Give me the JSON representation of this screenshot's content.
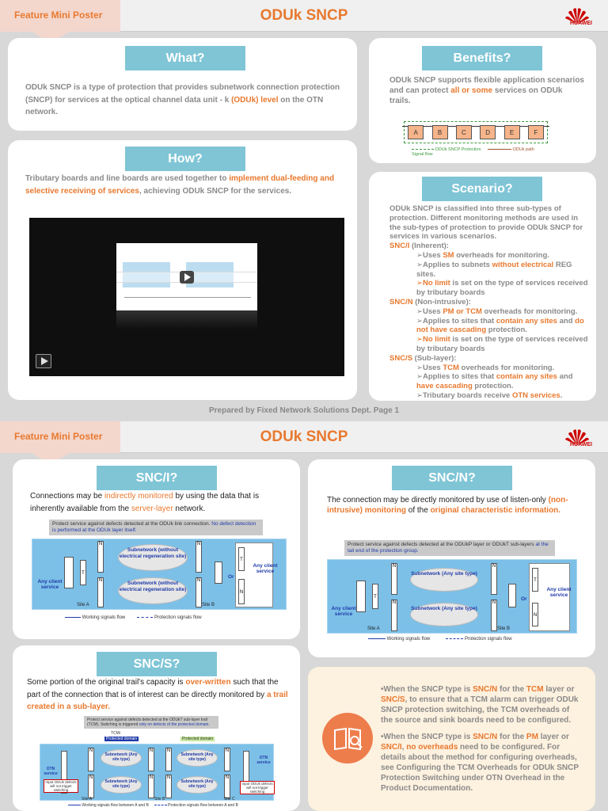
{
  "page1": {
    "tag": "Feature Mini Poster",
    "title": "ODUk SNCP",
    "logo_text": "HUAWEI",
    "what": {
      "heading": "What?",
      "text_a": "ODUk SNCP is a type of protection that provides subnetwork connection protection (SNCP) for services at the optical channel data unit - k ",
      "text_hl": "(ODUk) level",
      "text_b": " on the OTN network."
    },
    "how": {
      "heading": "How?",
      "text_a": "Tributary boards and line boards are used together to ",
      "text_hl": "implement dual-feeding and selective receiving of services",
      "text_b": ", achieving ODUk SNCP for the services."
    },
    "benefits": {
      "heading": "Benefits?",
      "text_a": "ODUk SNCP supports flexible application scenarios and can protect ",
      "text_hl": "all or some",
      "text_b": " services on ODUk trails.",
      "nodes": [
        "A",
        "B",
        "C",
        "D",
        "E",
        "F"
      ],
      "legend_protection": "ODUk SNCP Protection Signal flow",
      "legend_path": "ODUk path"
    },
    "scenario": {
      "heading": "Scenario?",
      "intro": "ODUk SNCP is classified into three sub-types of protection. Different monitoring methods are used in the sub-types of protection to provide ODUk SNCP for services in various scenarios.",
      "sni_label": "SNC/I",
      "sni_type": " (Inherent):",
      "sni_1a": "➢Uses ",
      "sni_1h": "SM",
      "sni_1b": " overheads for monitoring.",
      "sni_2a": "➢Applies to subnets ",
      "sni_2h": "without electrical",
      "sni_2b": " REG sites.",
      "sni_3h": "➢No limit",
      "sni_3b": " is set on the type of services received by tributary boards",
      "snn_label": "SNC/N",
      "snn_type": " (Non-intrusive):",
      "snn_1a": "➢Uses ",
      "snn_1h": "PM or TCM",
      "snn_1b": " overheads for monitoring.",
      "snn_2a": "➢Applies to sites that ",
      "snn_2h": "contain any sites",
      "snn_2c": " and ",
      "snn_2h2": "do not have cascading",
      "snn_2b": " protection.",
      "snn_3h": "➢No limit",
      "snn_3b": " is set on the type of services received by tributary boards",
      "sns_label": "SNC/S",
      "sns_type": " (Sub-layer):",
      "sns_1a": "➢Uses ",
      "sns_1h": "TCM",
      "sns_1b": " overheads for monitoring.",
      "sns_2a": "➢Applies to sites that ",
      "sns_2h": "contain any sites",
      "sns_2c": " and ",
      "sns_2h2": "have cascading",
      "sns_2b": " protection.",
      "sns_3a": "➢Tributary boards receive ",
      "sns_3h": "OTN services",
      "sns_3b": "."
    },
    "footer": "Prepared by Fixed Network Solutions Dept. Page 1"
  },
  "page2": {
    "tag": "Feature Mini Poster",
    "title": "ODUk SNCP",
    "logo_text": "HUAWEI",
    "sni": {
      "heading": "SNC/I?",
      "text_a": "Connections may be ",
      "text_hl1": "indirectly monitored",
      "text_b": " by using the data that is inherently available from the ",
      "text_hl2": "server-layer",
      "text_c": " network.",
      "caption_a": "Protect service against defects detected at the ODUk link connection. ",
      "caption_b": "No defect detection is performed at the ODUk layer itself.",
      "cloud1": "Subnetwork (without electrical regeneration site)",
      "cloud2": "Subnetwork (without electrical regeneration site)",
      "client_left": "Any client service",
      "client_right": "Any client service",
      "or": "Or",
      "site_a": "Site A",
      "site_b": "Site B",
      "legend_working": "Working signals flow",
      "legend_protection": "Protection signals flow"
    },
    "snn": {
      "heading": "SNC/N?",
      "text_a": "The connection may be directly monitored by use of listen-only ",
      "text_hl1": "(non-intrusive) monitoring",
      "text_b": " of the ",
      "text_hl2": "original characteristic information.",
      "caption_a": "Protect service against defects detected at the ODUkP layer or ODUkT sub-layers ",
      "caption_b": "at the tail end of the protection group.",
      "cloud1": "Subnetwork (Any site type)",
      "cloud2": "Subnetwork (Any site type)",
      "client_left": "Any client service",
      "client_right": "Any client service",
      "or": "Or",
      "site_a": "Site A",
      "site_b": "Site B",
      "legend_working": "Working signals flow",
      "legend_protection": "Protection signals flow"
    },
    "sns": {
      "heading": "SNC/S?",
      "text_a": "Some portion of the original trail's capacity is ",
      "text_hl1": "over-written",
      "text_b": " such that the part of the connection that is of interest can be directly monitored by ",
      "text_hl2": "a trail created in a sub-layer.",
      "caption_a": "Protect service against defects detected at the ODUkT sub-layer trail (TCM). Switching is triggered ",
      "caption_b": "only on defects of the protected domain.",
      "tcm_label": "TCMi",
      "domain1": "Protected domain",
      "domain2": "Protected domain",
      "cloud1": "Subnetwork (Any site type)",
      "cloud2": "Subnetwork (Any site type)",
      "cloud3": "Subnetwork (Any site type)",
      "cloud4": "Subnetwork (Any site type)",
      "client_left": "OTN service",
      "client_right": "OTN service",
      "note_left": "Input ODUk defects will not trigger switching",
      "note_right": "Input ODUk defects will not trigger switching",
      "site_a": "Site A",
      "site_b": "Site B",
      "site_c": "Site C",
      "legend_working": "Working signals flow between A and B",
      "legend_protection": "Protection signals flow between A and B"
    },
    "note": {
      "p1_a": "•When the SNCP type is ",
      "p1_h1": "SNC/N",
      "p1_b": " for the ",
      "p1_h2": "TCM",
      "p1_c": " layer or ",
      "p1_h3": "SNC/S",
      "p1_d": ", to ensure that a TCM alarm can trigger ODUk SNCP protection switching, the TCM overheads of the source and sink boards need to be configured.",
      "p2_a": "•When the SNCP type is ",
      "p2_h1": "SNC/N",
      "p2_b": " for the ",
      "p2_h2": "PM",
      "p2_c": " layer or ",
      "p2_h3": "SNC/I",
      "p2_d": ", ",
      "p2_h4": "no overheads",
      "p2_e": " need to be configured. For details about the method for configuring overheads, see Configuring the TCM Overheads for ODUk SNCP Protection Switching under OTN Overhead in the Product Documentation."
    }
  },
  "colors": {
    "accent": "#e8792f",
    "pill": "#7fc5d6",
    "highlight_blue": "#1f3aa8",
    "brand_red": "#cc0000"
  },
  "icons": {
    "video_play": "play-icon",
    "book": "book-search-icon",
    "logo": "huawei-logo-icon"
  }
}
